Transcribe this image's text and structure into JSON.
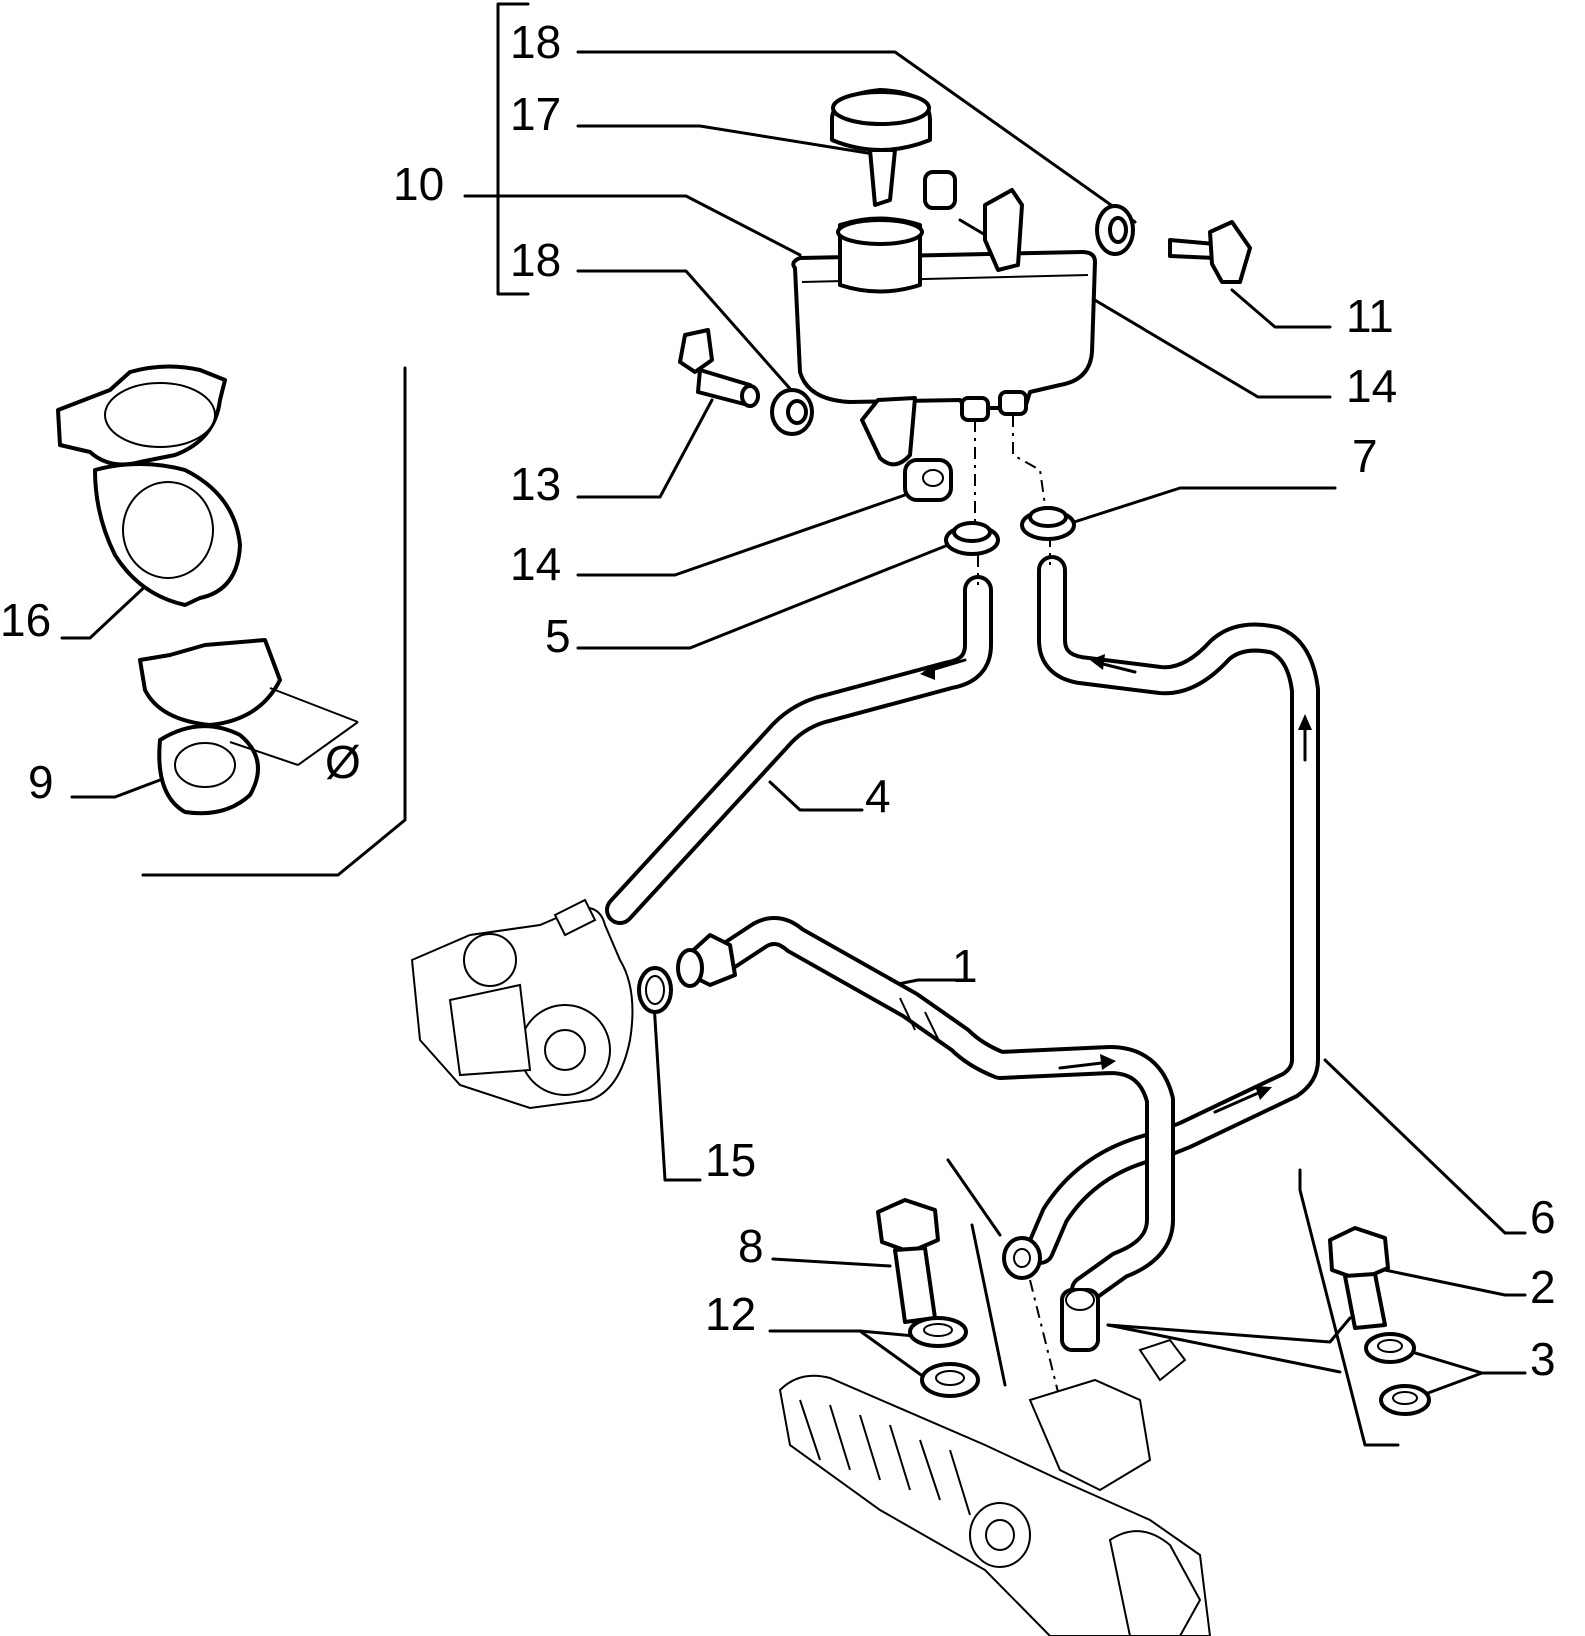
{
  "palette": {
    "ink": "#000000",
    "paper": "#ffffff"
  },
  "labels": [
    {
      "id": "ref-18-top",
      "text": "18"
    },
    {
      "id": "ref-17",
      "text": "17"
    },
    {
      "id": "ref-10",
      "text": "10"
    },
    {
      "id": "ref-18-mid",
      "text": "18"
    },
    {
      "id": "ref-11",
      "text": "11"
    },
    {
      "id": "ref-14-right",
      "text": "14"
    },
    {
      "id": "ref-13",
      "text": "13"
    },
    {
      "id": "ref-7",
      "text": "7"
    },
    {
      "id": "ref-14-left",
      "text": "14"
    },
    {
      "id": "ref-5",
      "text": "5"
    },
    {
      "id": "ref-16",
      "text": "16"
    },
    {
      "id": "ref-9",
      "text": "9"
    },
    {
      "id": "ref-diameter",
      "text": "Ø"
    },
    {
      "id": "ref-4",
      "text": "4"
    },
    {
      "id": "ref-1",
      "text": "1"
    },
    {
      "id": "ref-15",
      "text": "15"
    },
    {
      "id": "ref-8",
      "text": "8"
    },
    {
      "id": "ref-12",
      "text": "12"
    },
    {
      "id": "ref-6",
      "text": "6"
    },
    {
      "id": "ref-2",
      "text": "2"
    },
    {
      "id": "ref-3",
      "text": "3"
    }
  ]
}
